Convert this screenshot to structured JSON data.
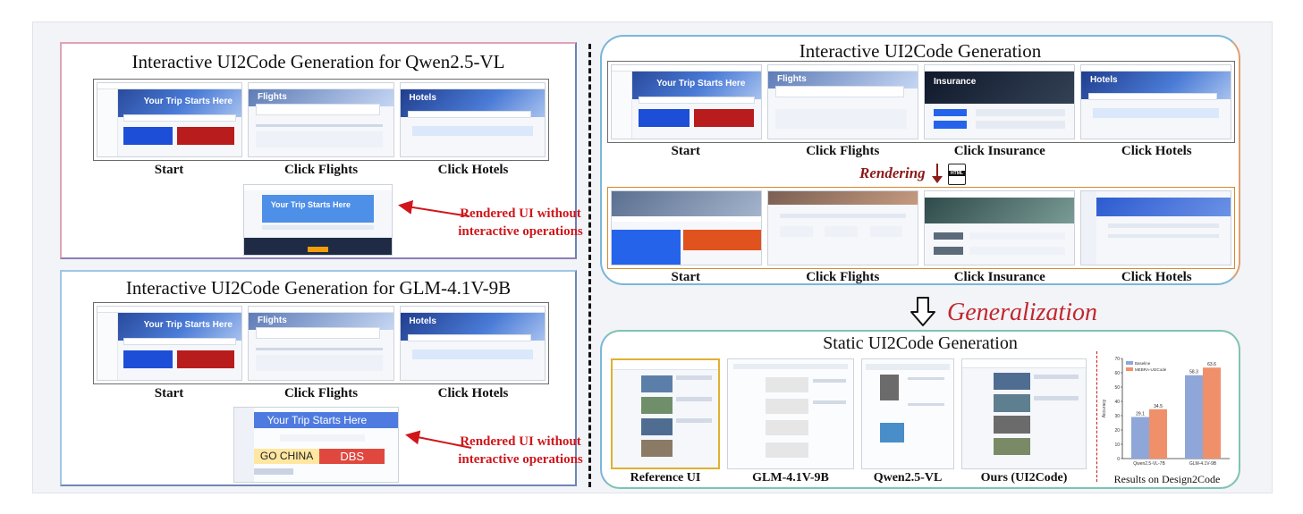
{
  "left_top": {
    "title": "Interactive UI2Code Generation for Qwen2.5-VL",
    "labels": [
      "Start",
      "Click Flights",
      "Click Hotels"
    ],
    "rendered_heading": "Your Trip Starts Here",
    "annotation_line1": "Rendered UI without",
    "annotation_line2": "interactive operations"
  },
  "left_bottom": {
    "title": "Interactive UI2Code Generation for GLM-4.1V-9B",
    "labels": [
      "Start",
      "Click Flights",
      "Click Hotels"
    ],
    "rendered_heading": "Your Trip Starts Here",
    "banner_left": "GO CHINA",
    "banner_right": "DBS",
    "annotation_line1": "Rendered UI without",
    "annotation_line2": "interactive operations"
  },
  "right_top": {
    "title": "Interactive UI2Code Generation",
    "labels_ref": [
      "Start",
      "Click Flights",
      "Click Insurance",
      "Click Hotels"
    ],
    "labels_rendered": [
      "Start",
      "Click Flights",
      "Click Insurance",
      "Click Hotels"
    ],
    "rendering_label": "Rendering",
    "html_icon_text": "HTML"
  },
  "generalization_label": "Generalization",
  "right_bottom": {
    "title": "Static UI2Code Generation",
    "labels": [
      "Reference UI",
      "GLM-4.1V-9B",
      "Qwen2.5-VL",
      "Ours (UI2Code)"
    ],
    "results_caption": "Results on Design2Code"
  },
  "chart_data": {
    "type": "bar",
    "categories": [
      "Qwen2.5-VL-7B",
      "GLM-4.1V-9B"
    ],
    "series": [
      {
        "name": "Baseline",
        "values": [
          29.1,
          58.3
        ],
        "color": "#8fa6d9"
      },
      {
        "name": "MEBRA-UI2Code",
        "values": [
          34.5,
          63.6
        ],
        "color": "#f0906a"
      }
    ],
    "ylabel": "Accuracy",
    "ylim": [
      0,
      70
    ],
    "yticks": [
      "0",
      "10",
      "20",
      "30",
      "40",
      "50",
      "60",
      "70"
    ],
    "legend": "top-left",
    "grid": false
  },
  "colors": {
    "qwen_panel_border": "#e0a3b5",
    "glm_panel_border": "#9fc6e6",
    "interactive_panel_border": "#7bb6d9",
    "static_panel_border": "#7fc3b2",
    "annotation_red": "#d0161b",
    "rendering_red": "#8b1a1a",
    "generalization_red": "#c1272d"
  }
}
